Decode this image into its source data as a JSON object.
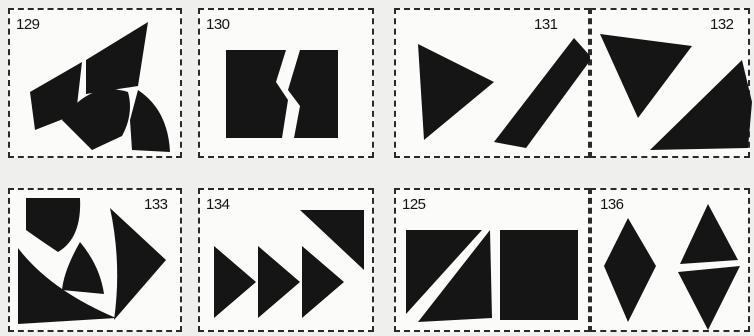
{
  "figure": {
    "panels": [
      {
        "label": "129"
      },
      {
        "label": "130"
      },
      {
        "label": "131"
      },
      {
        "label": "132"
      },
      {
        "label": "133"
      },
      {
        "label": "134"
      },
      {
        "label": "125"
      },
      {
        "label": "136"
      }
    ],
    "colors": {
      "ink": "#151515",
      "paper": "#fbfbf9",
      "background": "#efefed"
    }
  }
}
